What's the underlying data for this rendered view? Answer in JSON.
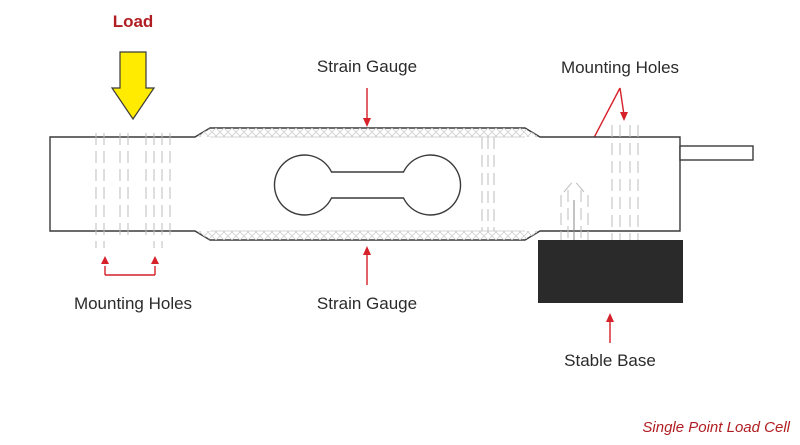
{
  "labels": {
    "load": "Load",
    "strain_gauge_top": "Strain Gauge",
    "strain_gauge_bottom": "Strain Gauge",
    "mounting_holes_left": "Mounting Holes",
    "mounting_holes_right": "Mounting Holes",
    "stable_base": "Stable Base",
    "caption": "Single Point Load Cell"
  },
  "colors": {
    "accent_red": "#b01e23",
    "arrow_red": "#d6202a",
    "load_arrow_yellow": "#ffeb00",
    "base_fill": "#2a2a2a",
    "outline": "#3a3a3a"
  }
}
